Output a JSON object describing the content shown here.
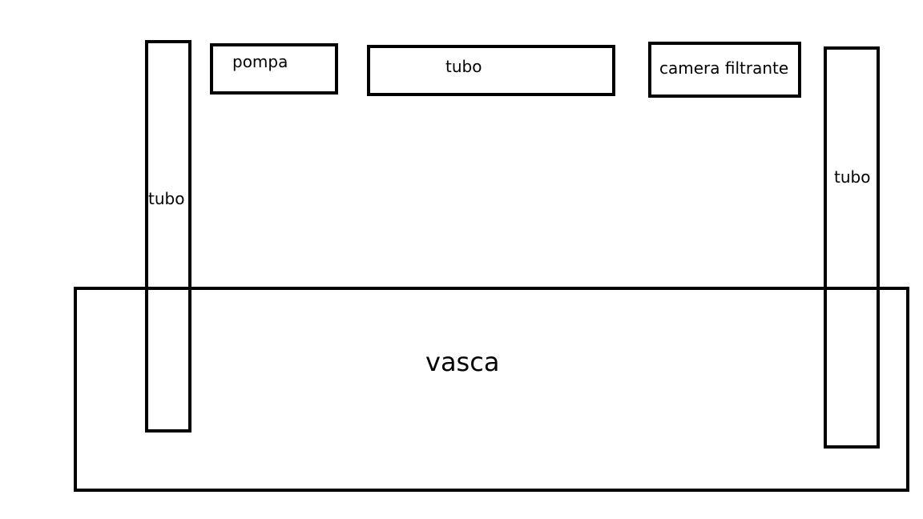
{
  "diagram": {
    "tank": {
      "label": "vasca"
    },
    "pump": {
      "label": "pompa"
    },
    "top_pipe": {
      "label": "tubo"
    },
    "filter_chamber": {
      "label": "camera filtrante"
    },
    "left_pipe": {
      "label": "tubo"
    },
    "right_pipe": {
      "label": "tubo"
    },
    "colors": {
      "stroke": "#000000",
      "background": "#ffffff"
    }
  }
}
